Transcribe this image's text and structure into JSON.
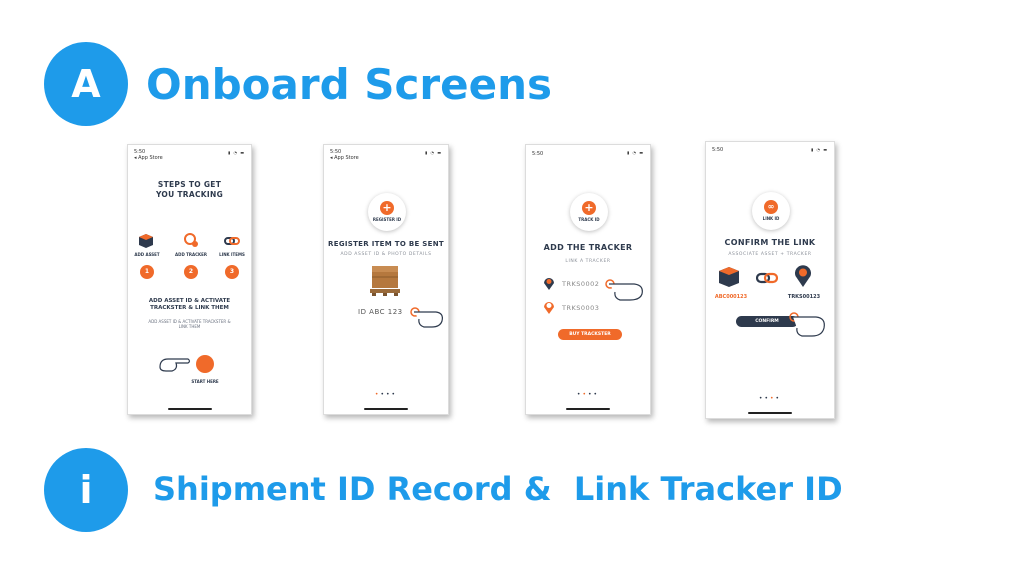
{
  "section_a": {
    "badge": "A",
    "title": "Onboard Screens"
  },
  "section_i": {
    "badge": "i",
    "title": "Shipment ID Record &  Link Tracker ID"
  },
  "colors": {
    "blue": "#1e9bea",
    "orange": "#f06a2a",
    "navy": "#2e3a4d"
  },
  "screen1": {
    "time": "5:50",
    "back": "◂ App Store",
    "title_line1": "STEPS TO GET",
    "title_line2": "YOU TRACKING",
    "steps": [
      {
        "label": "ADD ASSET",
        "num": "1"
      },
      {
        "label": "ADD TRACKER",
        "num": "2"
      },
      {
        "label": "LINK ITEMS",
        "num": "3"
      }
    ],
    "heading_line1": "ADD ASSET ID & ACTIVATE",
    "heading_line2": "TRACKSTER & LINK THEM",
    "desc_line1": "ADD ASSET ID & ACTIVATE TRACKSTER &",
    "desc_line2": "LINK THEM",
    "start_label": "START HERE"
  },
  "screen2": {
    "time": "5:50",
    "back": "◂ App Store",
    "icon_label": "REGISTER ID",
    "title": "REGISTER ITEM TO BE SENT",
    "subtitle": "ADD ASSET ID & PHOTO DETAILS",
    "asset_id": "ID ABC 123"
  },
  "screen3": {
    "time": "5:50",
    "icon_label": "TRACK ID",
    "title": "ADD THE TRACKER",
    "subtitle": "LINK A TRACKER",
    "trackers": [
      "TRKS0002",
      "TRKS0003"
    ],
    "buy_button": "BUY TRACKSTER"
  },
  "screen4": {
    "time": "5:50",
    "icon_label": "LINK ID",
    "title": "CONFIRM THE LINK",
    "subtitle": "ASSOCIATE ASSET + TRACKER",
    "asset_id": "ABC000123",
    "tracker_id": "TRKS00123",
    "confirm_button": "CONFIRM"
  }
}
